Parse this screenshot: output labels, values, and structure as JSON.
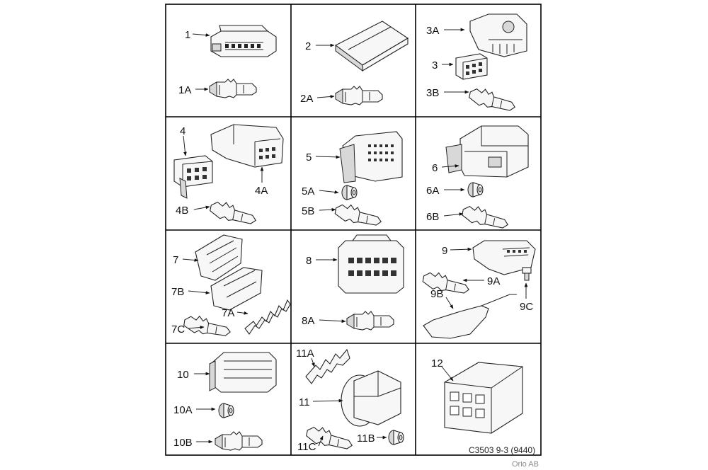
{
  "labels": {
    "p1": "1",
    "p1a": "1A",
    "p2": "2",
    "p2a": "2A",
    "p3a": "3A",
    "p3": "3",
    "p3b": "3B",
    "p4": "4",
    "p4a": "4A",
    "p4b": "4B",
    "p5": "5",
    "p5a": "5A",
    "p5b": "5B",
    "p6": "6",
    "p6a": "6A",
    "p6b": "6B",
    "p7": "7",
    "p7b": "7B",
    "p7a": "7A",
    "p7c": "7C",
    "p8": "8",
    "p8a": "8A",
    "p9": "9",
    "p9a": "9A",
    "p9b": "9B",
    "p9c": "9C",
    "p10": "10",
    "p10a": "10A",
    "p10b": "10B",
    "p11a": "11A",
    "p11": "11",
    "p11b": "11B",
    "p11c": "11C",
    "p12": "12"
  },
  "footer": {
    "code": "C3503 9-3 (9440)",
    "credit": "Orio AB"
  },
  "colors": {
    "line": "#222222",
    "fill": "#f7f7f7",
    "shade": "#d8d8d8"
  }
}
